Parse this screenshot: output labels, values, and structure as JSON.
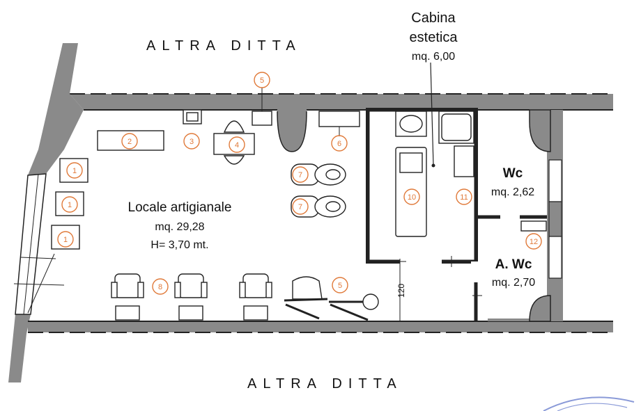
{
  "labels": {
    "neighbor_top": "ALTRA DITTA",
    "neighbor_bottom": "ALTRA DITTA",
    "cabina_line1": "Cabina",
    "cabina_line2": "estetica",
    "cabina_area": "mq. 6,00",
    "main_room_name": "Locale artigianale",
    "main_room_area": "mq. 29,28",
    "main_room_height": "H= 3,70 mt.",
    "wc_name": "Wc",
    "wc_area": "mq. 2,62",
    "awc_name": "A. Wc",
    "awc_area": "mq. 2,70",
    "dimension": "120"
  },
  "furniture_numbers": {
    "n1a": "1",
    "n1b": "1",
    "n1c": "1",
    "n2": "2",
    "n3": "3",
    "n4": "4",
    "n5top": "5",
    "n5": "5",
    "n6": "6",
    "n7a": "7",
    "n7b": "7",
    "n8": "8",
    "n10": "10",
    "n11": "11",
    "n12": "12"
  },
  "colors": {
    "wall": "#8a8a8a",
    "line": "#222222",
    "badge": "#e07a3a",
    "stamp": "#8a9ad8"
  }
}
